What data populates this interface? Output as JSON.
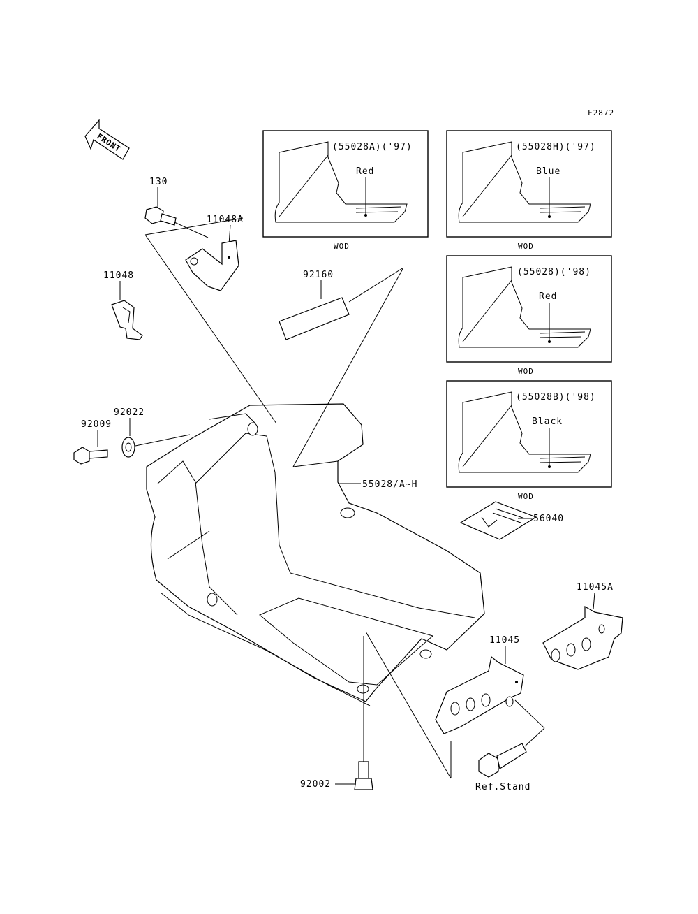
{
  "figure_code": "F2872",
  "front_label": "FRONT",
  "parts": {
    "p130": "130",
    "p11048A": "11048A",
    "p11048": "11048",
    "p92160": "92160",
    "p92022": "92022",
    "p92009": "92009",
    "p55028AH": "55028/A~H",
    "p56040": "56040",
    "p11045A": "11045A",
    "p11045": "11045",
    "p92002": "92002",
    "ref_stand": "Ref.Stand"
  },
  "variants": [
    {
      "code": "(55028A)('97)",
      "color": "Red",
      "caption": "WOD"
    },
    {
      "code": "(55028H)('97)",
      "color": "Blue",
      "caption": "WOD"
    },
    {
      "code": "(55028)('98)",
      "color": "Red",
      "caption": "WOD"
    },
    {
      "code": "(55028B)('98)",
      "color": "Black",
      "caption": "WOD"
    }
  ]
}
